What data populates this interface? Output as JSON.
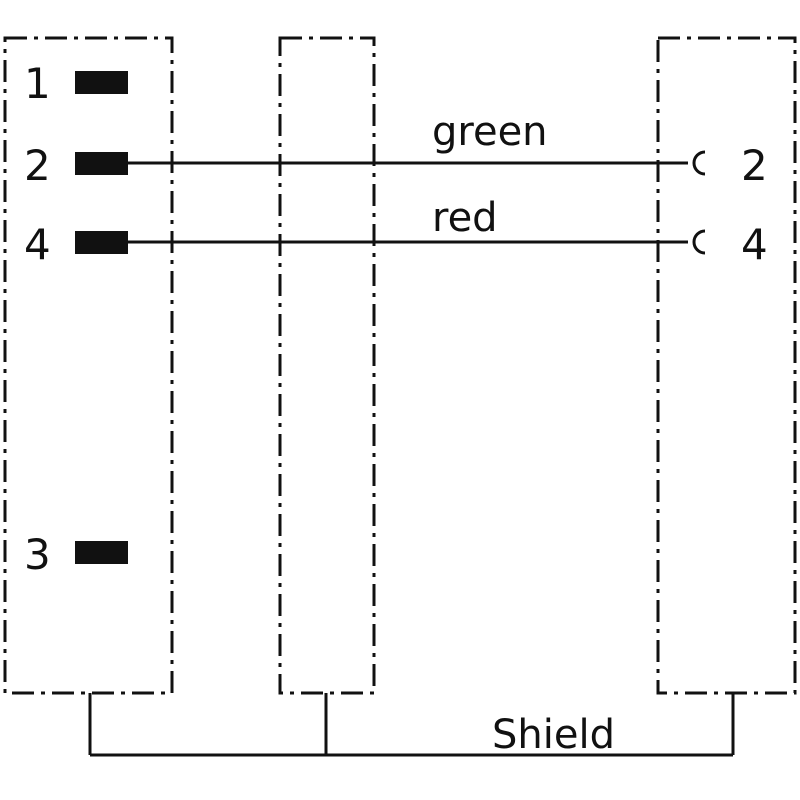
{
  "left_connector": {
    "pins": [
      {
        "label": "1"
      },
      {
        "label": "2"
      },
      {
        "label": "4"
      },
      {
        "label": "3"
      }
    ]
  },
  "right_connector": {
    "pins": [
      {
        "label": "2"
      },
      {
        "label": "4"
      }
    ]
  },
  "wires": [
    {
      "color_label": "green",
      "from_pin": "2",
      "to_pin": "2"
    },
    {
      "color_label": "red",
      "from_pin": "4",
      "to_pin": "4"
    }
  ],
  "shield": {
    "label": "Shield"
  },
  "colors": {
    "ink": "#111111",
    "background": "#ffffff"
  }
}
